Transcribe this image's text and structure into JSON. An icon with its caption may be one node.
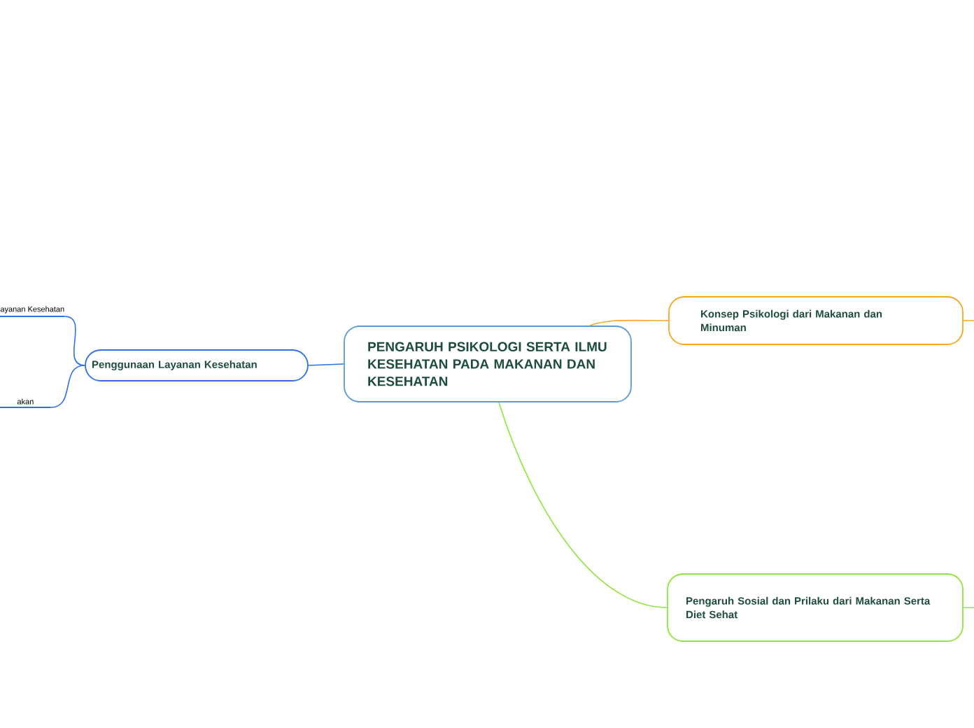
{
  "diagram": {
    "nodes": [
      {
        "text": [
          "PENGARUH PSIKOLOGI SERTA ILMU KESEHATAN PADA MAKANAN DAN KESEHATAN"
        ]
      },
      {
        "text": [
          "Konsep Psikologi dari Makanan dan Minuman"
        ]
      },
      {
        "text": [
          "Pengaruh Sosial dan Prilaku dari Makanan Serta Diet Sehat"
        ]
      },
      {
        "text": [
          "Penggunaan Layanan Kesehatan"
        ]
      },
      {
        "text": [
          "ayanan Kesehatan"
        ]
      },
      {
        "text": [
          "akan"
        ]
      }
    ],
    "edges": [
      {
        "from": 0,
        "to": 1,
        "arrow": "none",
        "color": "#f5a623"
      },
      {
        "from": 0,
        "to": 2,
        "arrow": "none",
        "color": "#8ee63a"
      },
      {
        "from": 0,
        "to": 3,
        "arrow": "none",
        "color": "#2f6fe8"
      },
      {
        "from": 3,
        "to": 4,
        "arrow": "none",
        "color": "#2f6fe8"
      },
      {
        "from": 3,
        "to": 5,
        "arrow": "none",
        "color": "#2f6fe8"
      },
      {
        "from": 1,
        "to": null,
        "arrow": "none",
        "color": "#f5a623"
      },
      {
        "from": 2,
        "to": null,
        "arrow": "none",
        "color": "#8ee63a"
      }
    ]
  }
}
